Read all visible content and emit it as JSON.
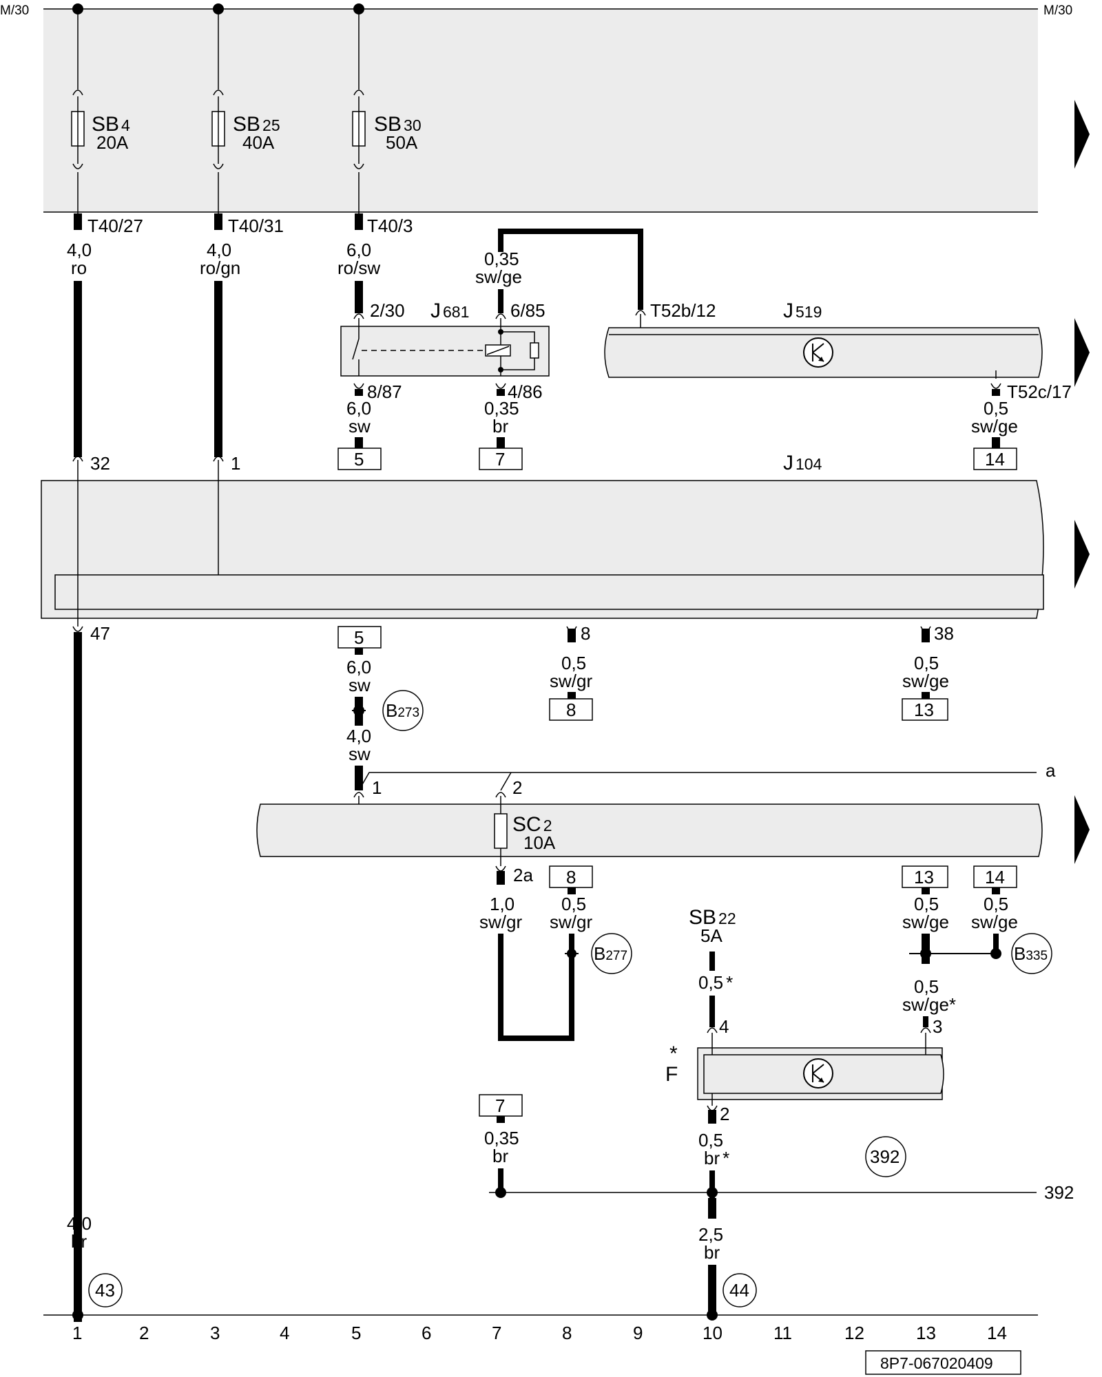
{
  "diagram_code": "8P7-067020409",
  "rail_label": "M/30",
  "fuses": [
    {
      "name": "SB",
      "num": "4",
      "rating": "20A"
    },
    {
      "name": "SB",
      "num": "25",
      "rating": "40A"
    },
    {
      "name": "SB",
      "num": "30",
      "rating": "50A"
    },
    {
      "name": "SC",
      "num": "2",
      "rating": "10A"
    },
    {
      "name": "SB",
      "num": "22",
      "rating": "5A"
    }
  ],
  "components": {
    "j681": {
      "letter": "J",
      "num": "681"
    },
    "j519": {
      "letter": "J",
      "num": "519"
    },
    "j104": {
      "letter": "J",
      "num": "104"
    },
    "f": {
      "letter": "F",
      "star": "*"
    }
  },
  "pins": {
    "t40_27": "T40/27",
    "t40_31": "T40/31",
    "t40_3": "T40/3",
    "j681_230": "2/30",
    "j681_685": "6/85",
    "j681_887": "8/87",
    "j681_486": "4/86",
    "t52b_12": "T52b/12",
    "t52c_17": "T52c/17",
    "j104_32": "32",
    "j104_1": "1",
    "j104_47": "47",
    "j104_8": "8",
    "j104_38": "38",
    "sc_1": "1",
    "sc_2": "2",
    "sc_2a": "2a",
    "f_4": "4",
    "f_3": "3",
    "f_2": "2"
  },
  "wires": {
    "w1": {
      "size": "4,0",
      "color": "ro"
    },
    "w2": {
      "size": "4,0",
      "color": "ro/gn"
    },
    "w3": {
      "size": "6,0",
      "color": "ro/sw"
    },
    "w4": {
      "size": "0,35",
      "color": "sw/ge"
    },
    "w5": {
      "size": "6,0",
      "color": "sw"
    },
    "w6": {
      "size": "0,35",
      "color": "br"
    },
    "w7": {
      "size": "0,5",
      "color": "sw/ge"
    },
    "w8": {
      "size": "6,0",
      "color": "sw"
    },
    "w9": {
      "size": "0,5",
      "color": "sw/gr"
    },
    "w10": {
      "size": "0,5",
      "color": "sw/ge"
    },
    "w11": {
      "size": "4,0",
      "color": "sw"
    },
    "w12": {
      "size": "1,0",
      "color": "sw/gr"
    },
    "w13": {
      "size": "0,5",
      "color": "sw/gr"
    },
    "w14": {
      "size": "0,5",
      "color": "sw/ge"
    },
    "w15": {
      "size": "0,5",
      "color": "sw/ge"
    },
    "w16": {
      "size": "0,5",
      "star": "*"
    },
    "w17": {
      "size": "0,5",
      "color": "sw/ge",
      "star": "*"
    },
    "w18": {
      "size": "0,35",
      "color": "br"
    },
    "w19": {
      "size": "0,5",
      "color": "br",
      "star": "*"
    },
    "w20": {
      "size": "4,0",
      "color": "br"
    },
    "w21": {
      "size": "2,5",
      "color": "br"
    }
  },
  "refs": {
    "r5a": "5",
    "r7a": "7",
    "r14a": "14",
    "r5b": "5",
    "r8a": "8",
    "r13a": "13",
    "r8b": "8",
    "r13b": "13",
    "r14b": "14",
    "r7b": "7"
  },
  "connectors": {
    "b273": {
      "letter": "B",
      "num": "273"
    },
    "b277": {
      "letter": "B",
      "num": "277"
    },
    "b335": {
      "letter": "B",
      "num": "335"
    }
  },
  "grounds": {
    "g43": "43",
    "g44": "44"
  },
  "cross_ref": {
    "circle": "392",
    "line": "392",
    "a": "a"
  },
  "columns": [
    "1",
    "2",
    "3",
    "4",
    "5",
    "6",
    "7",
    "8",
    "9",
    "10",
    "11",
    "12",
    "13",
    "14"
  ]
}
